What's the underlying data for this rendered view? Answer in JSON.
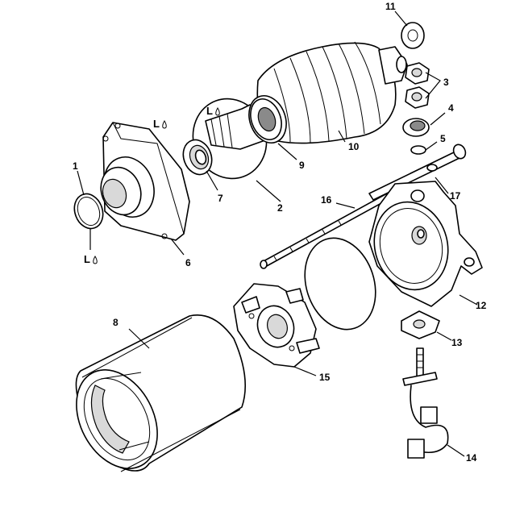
{
  "callouts": {
    "c1": "1",
    "c2": "2",
    "c3": "3",
    "c4": "4",
    "c5": "5",
    "c6": "6",
    "c7": "7",
    "c8": "8",
    "c9": "9",
    "c10": "10",
    "c11": "11",
    "c12": "12",
    "c13": "13",
    "c14": "14",
    "c15": "15",
    "c16": "16",
    "c17": "17"
  },
  "lube_mark": "L"
}
